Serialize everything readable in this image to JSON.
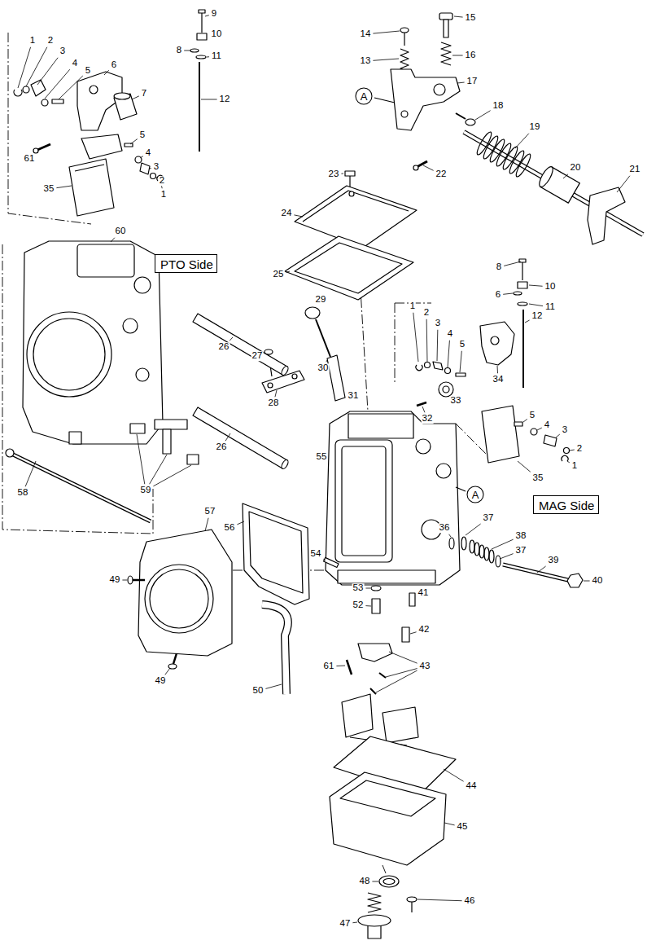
{
  "diagram": {
    "nodes": [
      {
        "text": [
          "A"
        ]
      },
      {
        "text": [
          "PTO Side"
        ]
      },
      {
        "text": [
          "A"
        ]
      },
      {
        "text": [
          "MAG Side"
        ]
      }
    ],
    "labels": [
      "1",
      "2",
      "3",
      "4",
      "5",
      "6",
      "7",
      "9",
      "8",
      "10",
      "11",
      "12",
      "61",
      "5",
      "4",
      "3",
      "2",
      "1",
      "35",
      "14",
      "15",
      "13",
      "16",
      "17",
      "18",
      "19",
      "22",
      "20",
      "21",
      "23",
      "24",
      "60",
      "25",
      "8",
      "10",
      "6",
      "11",
      "29",
      "12",
      "1",
      "2",
      "3",
      "4",
      "5",
      "34",
      "26",
      "27",
      "30",
      "28",
      "31",
      "33",
      "32",
      "5",
      "4",
      "3",
      "2",
      "1",
      "35",
      "26",
      "55",
      "58",
      "59",
      "56",
      "57",
      "37",
      "36",
      "38",
      "37",
      "39",
      "40",
      "54",
      "49",
      "53",
      "41",
      "52",
      "42",
      "61",
      "43",
      "50",
      "49",
      "44",
      "45",
      "48",
      "46",
      "47"
    ]
  }
}
